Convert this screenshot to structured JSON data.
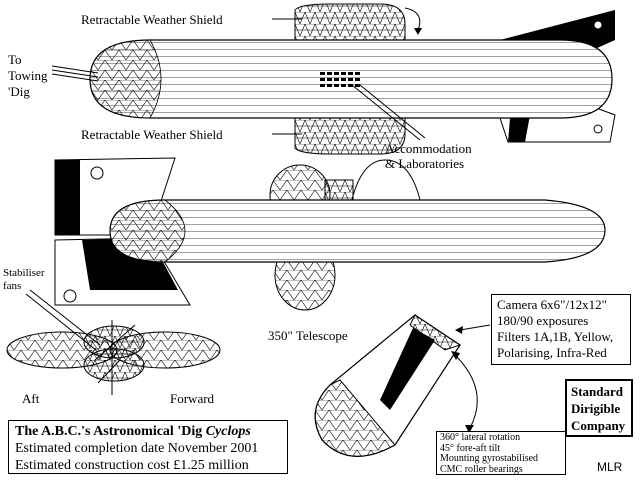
{
  "labels": {
    "weather_shield_top": "Retractable Weather Shield",
    "weather_shield_bottom": "Retractable Weather Shield",
    "towing_line1": "To",
    "towing_line2": "Towing",
    "towing_line3": "'Dig",
    "accommodation_line1": "Accommodation",
    "accommodation_line2": "& Laboratories",
    "stabiliser_line1": "Stabiliser",
    "stabiliser_line2": "fans",
    "aft": "Aft",
    "forward": "Forward",
    "telescope": "350\" Telescope"
  },
  "title_box": {
    "line1_prefix": "The A.B.C.'s Astronomical 'Dig ",
    "line1_name": "Cyclops",
    "line2": "Estimated completion date November 2001",
    "line3": "Estimated construction cost £1.25 million"
  },
  "camera_box": {
    "line1": "Camera  6x6\"/12x12\"",
    "line2": "180/90 exposures",
    "line3": "Filters 1A,1B, Yellow,",
    "line4": "Polarising, Infra-Red"
  },
  "mount_box": {
    "line1": "360° lateral rotation",
    "line2": "45° fore-aft tilt",
    "line3": "Mounting gyrostabilised",
    "line4": "CMC roller bearings"
  },
  "company_box": {
    "line1": "Standard",
    "line2": "Dirigible",
    "line3": "Company"
  },
  "initials": "MLR"
}
